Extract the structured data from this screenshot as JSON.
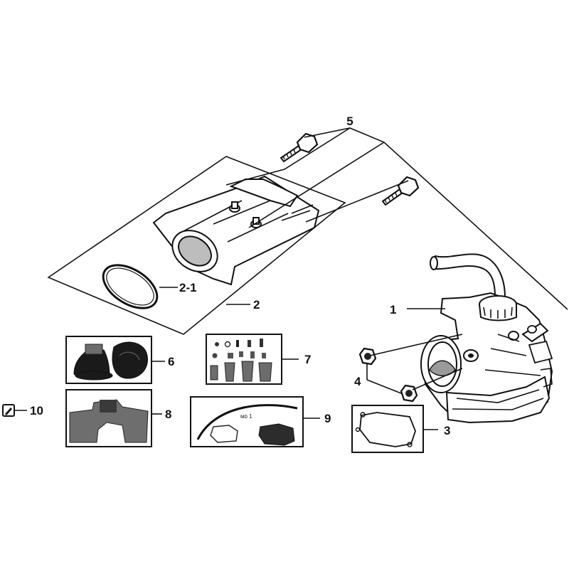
{
  "diagram": {
    "callouts": {
      "c1": "1",
      "c2": "2",
      "c2_1": "2-1",
      "c3": "3",
      "c4": "4",
      "c5": "5",
      "c6": "6",
      "c7": "7",
      "c8": "8",
      "c9": "9",
      "c10": "10"
    },
    "icons": {
      "c10_icon": "pencil-icon"
    }
  }
}
